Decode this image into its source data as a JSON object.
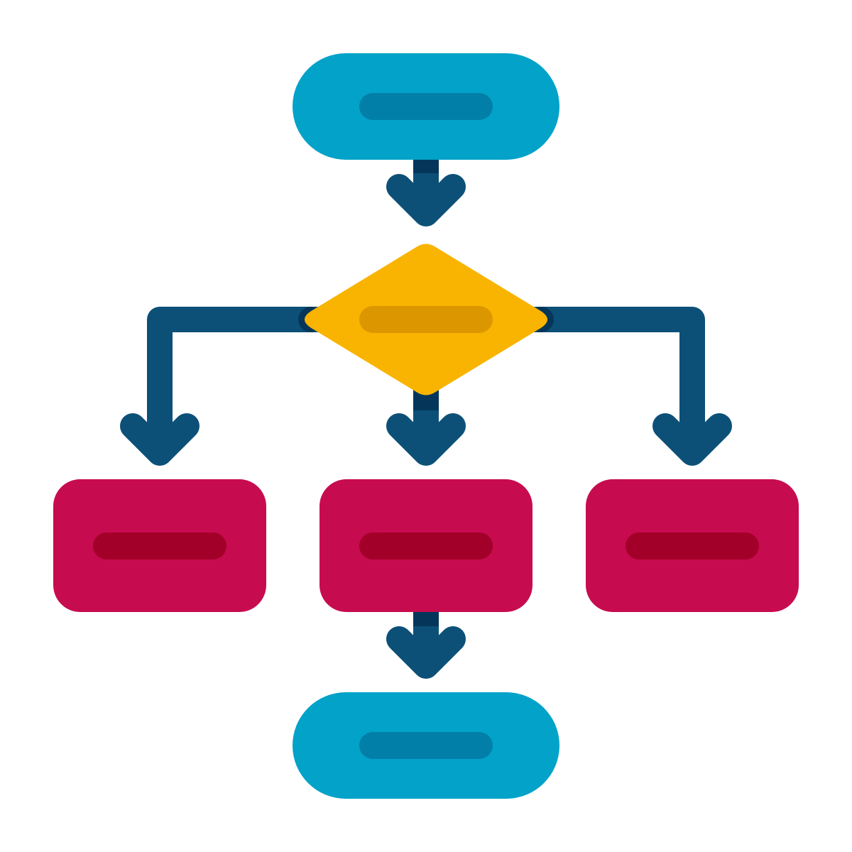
{
  "colors": {
    "background": "#ffffff",
    "terminal": "#02A2C9",
    "terminal_placeholder": "#027FA8",
    "decision": "#F8B400",
    "decision_placeholder": "#DC9700",
    "process": "#C70B4F",
    "process_placeholder": "#A20028",
    "connector": "#0C5077",
    "connector_joint": "#05365A"
  },
  "diagram": {
    "type": "flowchart",
    "nodes": [
      {
        "id": "start",
        "shape": "terminal",
        "label": ""
      },
      {
        "id": "decision",
        "shape": "decision",
        "label": ""
      },
      {
        "id": "process-left",
        "shape": "process",
        "label": ""
      },
      {
        "id": "process-center",
        "shape": "process",
        "label": ""
      },
      {
        "id": "process-right",
        "shape": "process",
        "label": ""
      },
      {
        "id": "end",
        "shape": "terminal",
        "label": ""
      }
    ],
    "edges": [
      {
        "from": "start",
        "to": "decision"
      },
      {
        "from": "decision",
        "to": "process-left"
      },
      {
        "from": "decision",
        "to": "process-center"
      },
      {
        "from": "decision",
        "to": "process-right"
      },
      {
        "from": "process-center",
        "to": "end"
      }
    ]
  }
}
